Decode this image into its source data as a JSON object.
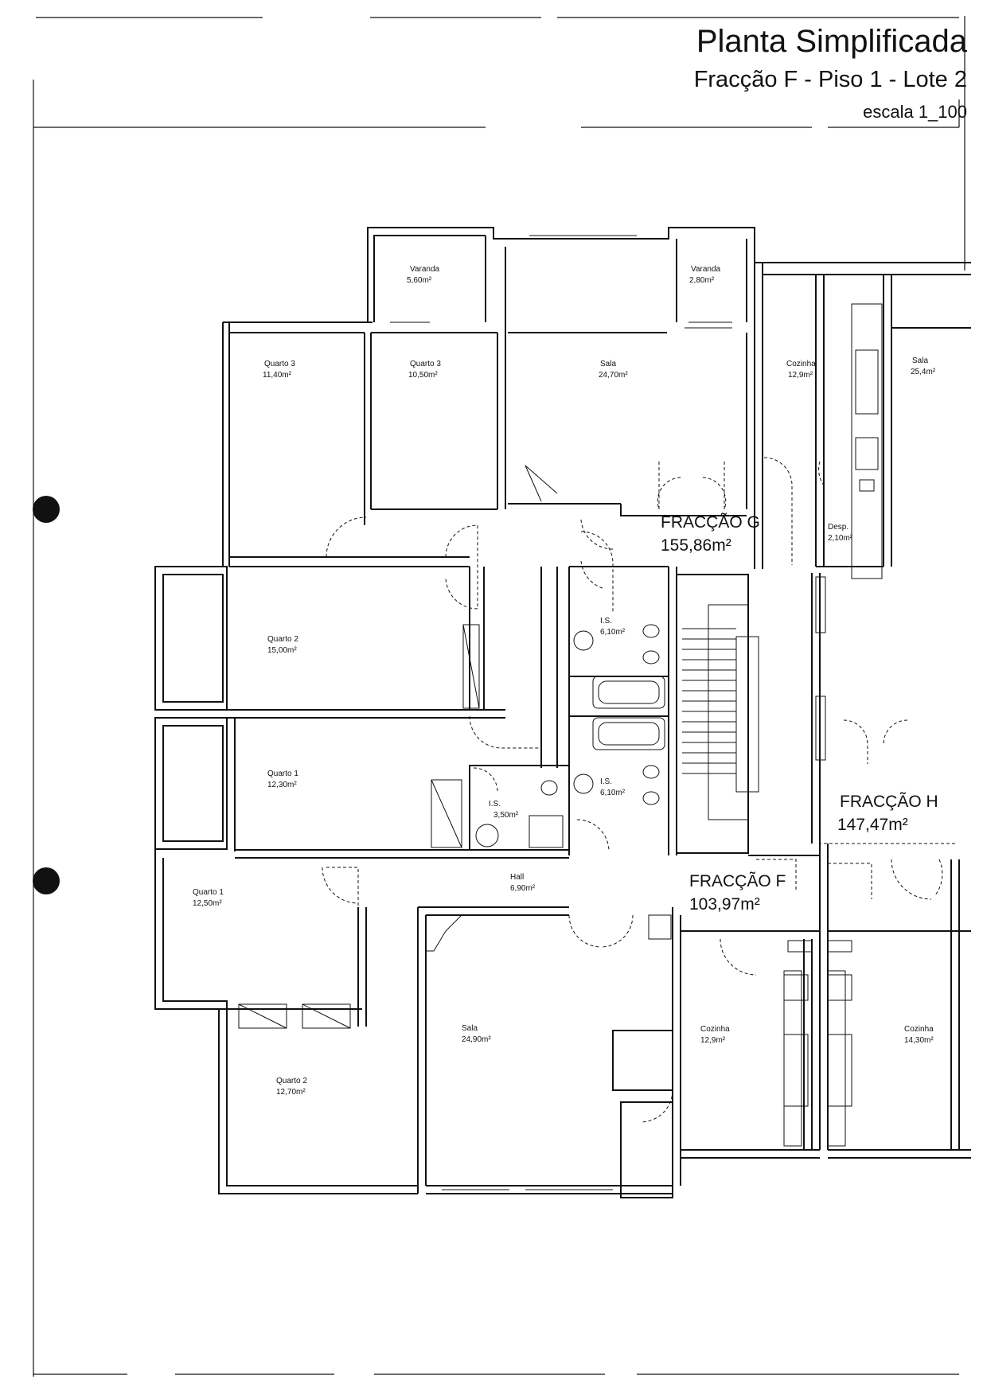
{
  "header": {
    "title": "Planta Simplificada",
    "subtitle": "Fracção F - Piso 1 - Lote 2",
    "scale": "escala 1_100"
  },
  "fractions": [
    {
      "name": "FRACÇÃO G",
      "area": "155,86m²"
    },
    {
      "name": "FRACÇÃO H",
      "area": "147,47m²"
    },
    {
      "name": "FRACÇÃO F",
      "area": "103,97m²"
    }
  ],
  "rooms": [
    {
      "name": "Varanda",
      "area": "5,60m²"
    },
    {
      "name": "Varanda",
      "area": "2,80m²"
    },
    {
      "name": "Quarto 3",
      "area": "11,40m²"
    },
    {
      "name": "Quarto 3",
      "area": "10,50m²"
    },
    {
      "name": "Sala",
      "area": "24,70m²"
    },
    {
      "name": "Cozinha",
      "area": "12,9m²"
    },
    {
      "name": "Sala",
      "area": "25,4m²"
    },
    {
      "name": "Desp.",
      "area": "2,10m²"
    },
    {
      "name": "Quarto 2",
      "area": "15,00m²"
    },
    {
      "name": "I.S.",
      "area": "6,10m²"
    },
    {
      "name": "Quarto 1",
      "area": "12,30m²"
    },
    {
      "name": "I.S.",
      "area": "3,50m²"
    },
    {
      "name": "I.S.",
      "area": "6,10m²"
    },
    {
      "name": "Quarto 1",
      "area": "12,50m²"
    },
    {
      "name": "Hall",
      "area": "6,90m²"
    },
    {
      "name": "Sala",
      "area": "24,90m²"
    },
    {
      "name": "Cozinha",
      "area": "12,9m²"
    },
    {
      "name": "Cozinha",
      "area": "14,30m²"
    },
    {
      "name": "Quarto 2",
      "area": "12,70m²"
    }
  ]
}
